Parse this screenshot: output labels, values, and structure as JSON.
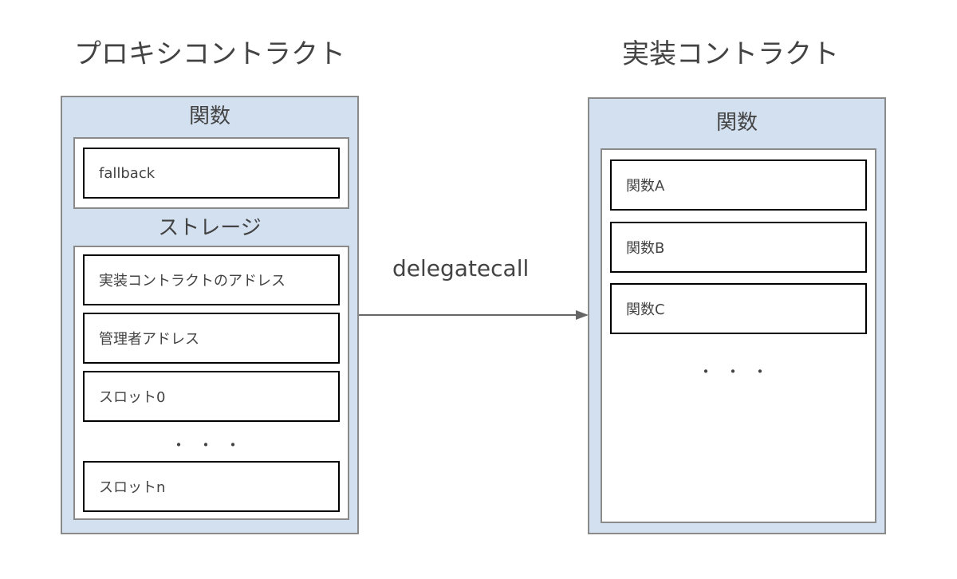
{
  "proxy": {
    "title": "プロキシコントラクト",
    "functions_label": "関数",
    "functions": [
      "fallback"
    ],
    "storage_label": "ストレージ",
    "storage_items": [
      "実装コントラクトのアドレス",
      "管理者アドレス",
      "スロット0"
    ],
    "storage_ellipsis": "・・・",
    "storage_last": "スロットn"
  },
  "implementation": {
    "title": "実装コントラクト",
    "functions_label": "関数",
    "functions": [
      "関数A",
      "関数B",
      "関数C"
    ],
    "functions_ellipsis": "・・・"
  },
  "arrow": {
    "label": "delegatecall"
  },
  "colors": {
    "contract_fill": "#d3e0f0",
    "border_gray": "#8a8a8a",
    "item_border": "#000000",
    "text": "#434343",
    "arrow": "#666666"
  }
}
